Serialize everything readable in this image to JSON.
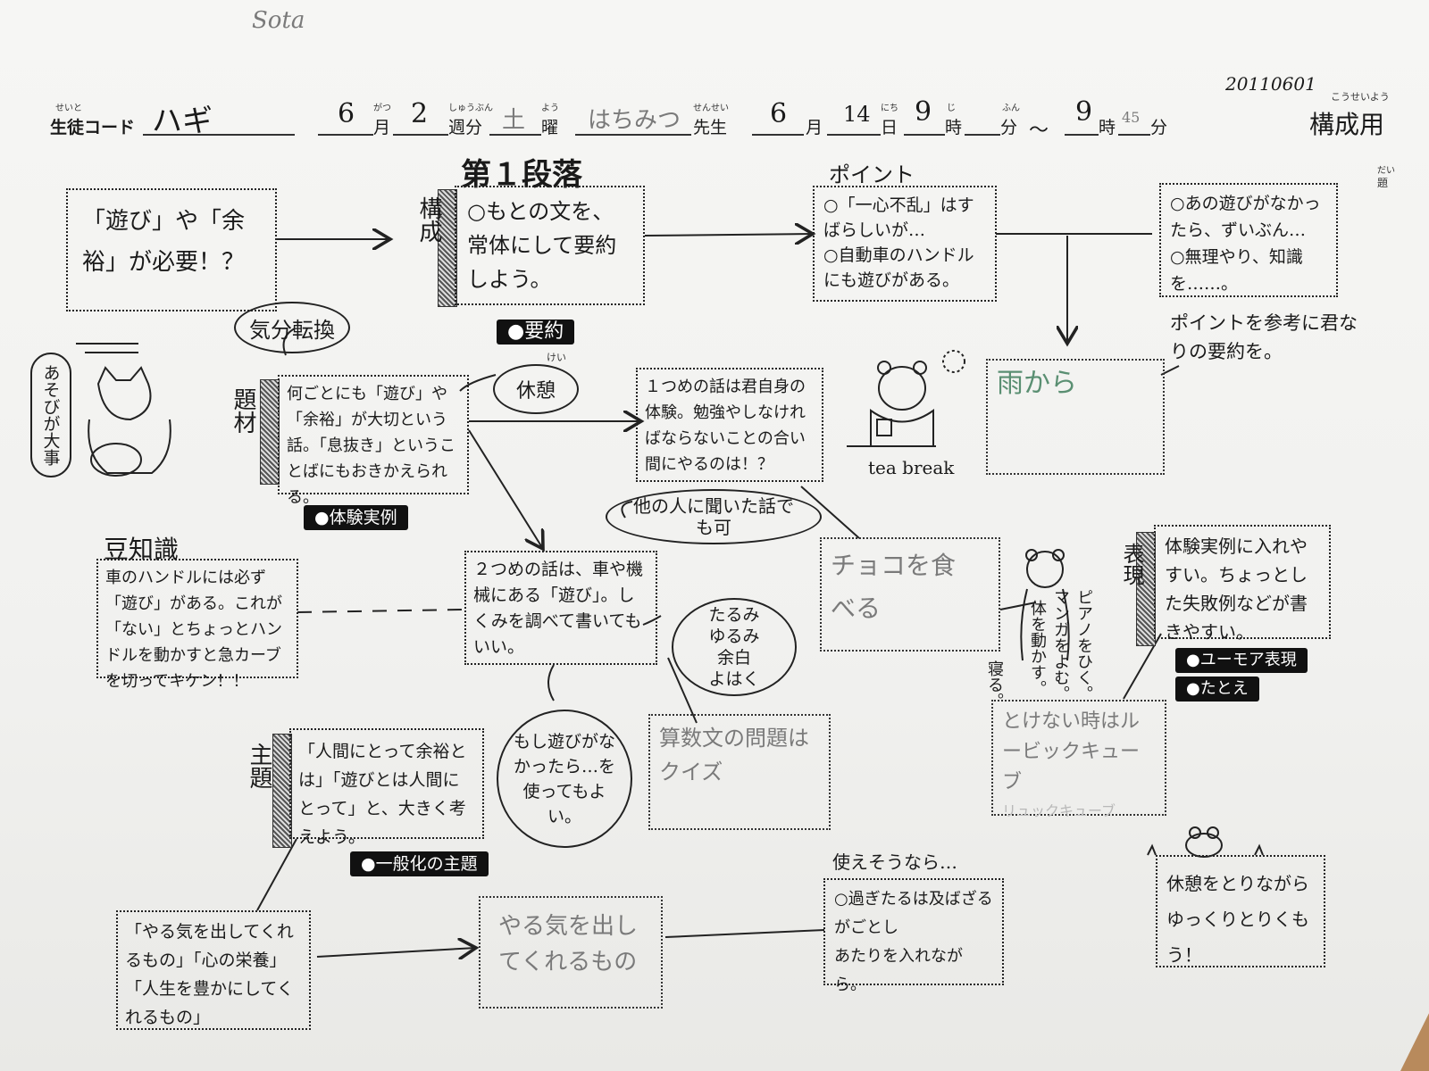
{
  "top_note": "Sota",
  "date_stamp": "20110601",
  "header": {
    "student_code_label": "生徒コード",
    "student_code_ruby": "せいと",
    "student_code_value": "ハギ",
    "month_value": "6",
    "month_label": "月",
    "month_ruby": "がつ",
    "week_value": "2",
    "week_label": "週分",
    "week_ruby": "しゅうぶん",
    "weekday_value": "土",
    "weekday_label": "曜",
    "weekday_ruby": "よう",
    "teacher_value": "はちみつ",
    "teacher_label": "先生",
    "teacher_ruby": "せんせい",
    "date_month_value": "6",
    "date_month_label": "月",
    "date_day_value": "14",
    "date_day_label": "日",
    "date_day_ruby": "にち",
    "start_hour_value": "9",
    "hour_label": "時",
    "hour_ruby": "じ",
    "minute_label": "分",
    "minute_ruby": "ふん",
    "tilde": "～",
    "end_hour_value": "9",
    "end_minute_value": "45",
    "form_title": "構成用",
    "form_title_ruby": "こうせいよう",
    "side_ruby": "だい",
    "side_label": "題"
  },
  "sections": {
    "first_paragraph_title": "第１段落",
    "point_title": "ポイント",
    "trivia_title": "豆知識",
    "if_usable": "使えそうなら…",
    "tea_break": "tea break"
  },
  "boxes": {
    "title_box": "「遊び」や「余裕」が必要！？",
    "kousei_tab": "構成",
    "kousei_box": "○もとの文を、常体にして要約しよう。",
    "youyaku_label": "●要約",
    "point_box": "○「一心不乱」はすばらしいが…\n○自動車のハンドルにも遊びがある。",
    "right_top_box": "○あの遊びがなかったら、ずいぶん…\n○無理やり、知識を……。",
    "point_hint": "ポイントを参考に君なりの要約を。",
    "student_box_1": "雨から",
    "kibun_cloud": "気分転換",
    "kyuukei_cloud": "休憩",
    "kyuukei_ruby": "けい",
    "daizai_tab": "題材",
    "daizai_box": "何ごとにも「遊び」や「余裕」が大切という話。「息抜き」ということばにもおきかえられる。",
    "taiken_label": "●体験実例",
    "story1_box": "１つめの話は君自身の体験。勉強やしなければならないことの合い間にやるのは！？",
    "other_people_cloud": "他の人に聞いた話でも可",
    "story2_box": "２つめの話は、車や機械にある「遊び」。しくみを調べて書いてもいい。",
    "trivia_box": "車のハンドルには必ず「遊び」がある。これが「ない」とちょっとハンドルを動かすと急カーブを切ってキケン！！",
    "tarumi_cloud": "たるみ\nゆるみ\n余白\nよはく",
    "student_box_choco": "チョコを食べる",
    "piano_text": "ピアノをひく。",
    "manga_text": "マンガをよむ。",
    "move_text": "体を動かす。",
    "sleep_text": "寝る。",
    "hyougen_tab": "表現",
    "hyougen_box": "体験実例に入れやすい。ちょっとした失敗例などが書きやすい。",
    "humor_label": "●ユーモア表現",
    "tatoe_label": "●たとえ",
    "student_box_rubik": "とけない時はルービックキューブ",
    "student_box_rubik_faint": "リュックキューブ",
    "shudai_tab": "主題",
    "shudai_box": "「人間にとって余裕とは」「遊びとは人間にとって」と、大きく考えよう。",
    "ippanka_label": "●一般化の主題",
    "moshi_cloud": "もし遊びがなかったら…を使ってもよい。",
    "student_box_sansuu": "算数文の問題はクイズ",
    "yaruki_box": "「やる気を出してくれるもの」「心の栄養」「人生を豊かにしてくれるもの」",
    "student_box_yaruki": "やる気を出してくれるもの",
    "sugitaru_box": "○過ぎたるは及ばざるがごとし\nあたりを入れながら。",
    "kyuukei_box": "休憩をとりながらゆっくりとりくもう！",
    "asobi_vertical": "あそびが大事"
  }
}
